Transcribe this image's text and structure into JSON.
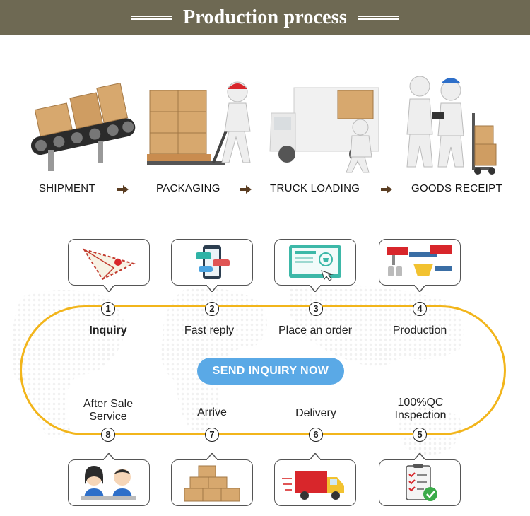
{
  "header": {
    "title": "Production process"
  },
  "stages": [
    {
      "label": "SHIPMENT",
      "icon": "conveyor-belt-icon"
    },
    {
      "label": "PACKAGING",
      "icon": "pallet-jack-icon"
    },
    {
      "label": "TRUCK LOADING",
      "icon": "truck-loading-icon"
    },
    {
      "label": "GOODS RECEIPT",
      "icon": "goods-receipt-icon"
    }
  ],
  "steps": [
    {
      "num": "1",
      "label": "Inquiry",
      "icon": "paper-plane-icon"
    },
    {
      "num": "2",
      "label": "Fast reply",
      "icon": "chat-phone-icon"
    },
    {
      "num": "3",
      "label": "Place an order",
      "icon": "online-order-icon"
    },
    {
      "num": "4",
      "label": "Production",
      "icon": "factory-line-icon"
    },
    {
      "num": "5",
      "label": "100%QC\nInspection",
      "icon": "checklist-icon"
    },
    {
      "num": "6",
      "label": "Delivery",
      "icon": "delivery-truck-icon"
    },
    {
      "num": "7",
      "label": "Arrive",
      "icon": "boxes-icon"
    },
    {
      "num": "8",
      "label": "After Sale\nService",
      "icon": "service-agents-icon"
    }
  ],
  "cta": {
    "label": "SEND INQUIRY NOW"
  },
  "colors": {
    "banner": "#6e6953",
    "loop": "#f2b51b",
    "cta": "#5aa9e6",
    "box": "#d7a86e",
    "arrow": "#5a3d22"
  }
}
